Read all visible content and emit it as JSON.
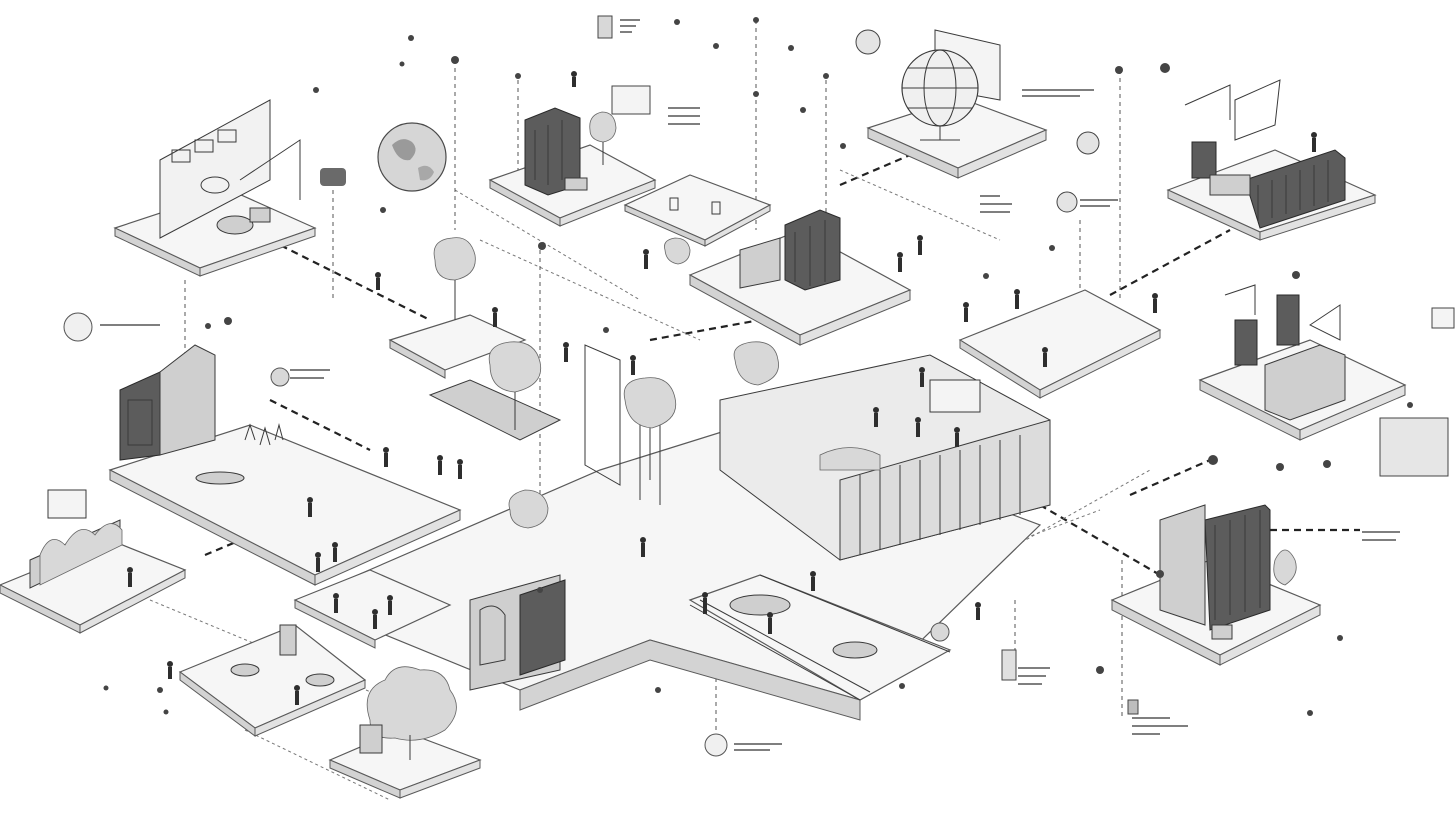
{
  "scene": {
    "platforms": [
      {
        "name": "platform-top-left-screen"
      },
      {
        "name": "platform-top-center-lab"
      },
      {
        "name": "platform-top-globe"
      },
      {
        "name": "platform-top-right-building"
      },
      {
        "name": "platform-left-servers"
      },
      {
        "name": "platform-far-left-garden"
      },
      {
        "name": "platform-central-campus"
      },
      {
        "name": "platform-right-plant"
      },
      {
        "name": "platform-right-tower"
      },
      {
        "name": "platform-bottom-tree"
      },
      {
        "name": "platform-bottom-left-studio"
      }
    ],
    "icons": [
      "globe-icon",
      "planet-icon",
      "person-icon",
      "tree-icon",
      "screen-icon",
      "badge-icon"
    ],
    "colors": {
      "ink": "#2e2e2e",
      "paper": "#ffffff",
      "platform": "#f6f6f6"
    }
  }
}
